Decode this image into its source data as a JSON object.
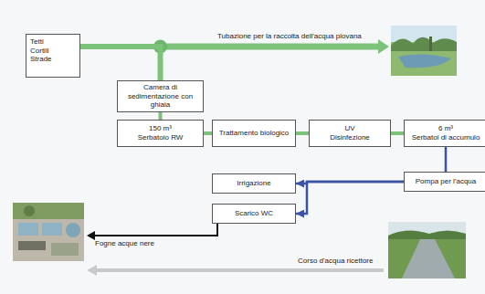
{
  "diagram": {
    "nodes": [
      {
        "text": [
          "Tetti",
          "Cortili",
          "Strade"
        ]
      },
      {
        "text": [
          "Camera di sedimentazione con ghiaia"
        ]
      },
      {
        "text": [
          "150 m³",
          "Serbatoio RW"
        ]
      },
      {
        "text": [
          "Trattamento biologico"
        ]
      },
      {
        "text": [
          "UV",
          "Disinfezione"
        ]
      },
      {
        "text": [
          "6 m³",
          "Serbatoi di accumulo"
        ]
      },
      {
        "text": [
          "Irrigazione"
        ]
      },
      {
        "text": [
          "Pompa per l'acqua"
        ]
      },
      {
        "text": [
          "Scarico WC"
        ]
      }
    ],
    "edges": [
      {
        "from": 0,
        "to": 1,
        "arrow": "none"
      },
      {
        "from": 1,
        "to": 2,
        "arrow": "none"
      },
      {
        "from": 2,
        "to": 3,
        "arrow": "none"
      },
      {
        "from": 3,
        "to": 4,
        "arrow": "none"
      },
      {
        "from": 4,
        "to": 5,
        "arrow": "none"
      },
      {
        "from": 5,
        "to": 7,
        "arrow": "none"
      },
      {
        "from": 7,
        "to": 6,
        "arrow": "to"
      },
      {
        "from": 7,
        "to": 8,
        "arrow": "to"
      }
    ],
    "labels": [
      "Tubazione per la raccolta dell'acqua piovana",
      "Fogne acque nere",
      "Corso d'acqua ricettore"
    ]
  }
}
